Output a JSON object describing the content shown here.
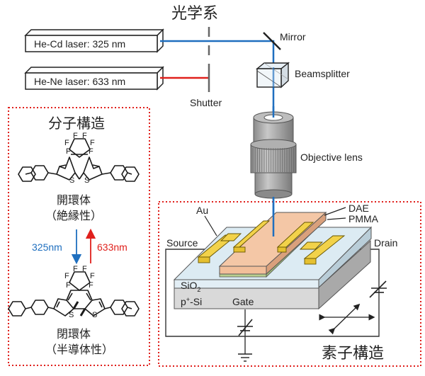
{
  "optics": {
    "title": "光学系",
    "laser1": {
      "label": "He-Cd laser: 325 nm",
      "color": "#1f6fbf"
    },
    "laser2": {
      "label": "He-Ne laser: 633 nm",
      "color": "#e0201c"
    },
    "shutter": "Shutter",
    "mirror": "Mirror",
    "beamsplitter": "Beamsplitter",
    "objective": "Objective lens"
  },
  "molecule": {
    "title": "分子構造",
    "open_form": {
      "name": "開環体",
      "property": "（絶縁性）"
    },
    "closed_form": {
      "name": "閉環体",
      "property": "（半導体性）"
    },
    "uv_label": "325nm",
    "vis_label": "633nm",
    "atoms": {
      "F": "F",
      "S": "S"
    },
    "uv_color": "#1f6fbf",
    "vis_color": "#e0201c"
  },
  "device": {
    "title": "素子構造",
    "au": "Au",
    "dae": "DAE",
    "pmma": "PMMA",
    "source": "Source",
    "drain": "Drain",
    "sio2": "SiO",
    "sio2_sub": "2",
    "psi": "p",
    "psi_sup": "+",
    "psi_rest": "-Si",
    "gate": "Gate"
  },
  "colors": {
    "frame": "#e0201c",
    "gold": "#f2d24a",
    "dae": "#f4c7a6",
    "pmma": "#b9cf8f",
    "sio2": "#dcebf3",
    "si": "#d9d9d9"
  }
}
